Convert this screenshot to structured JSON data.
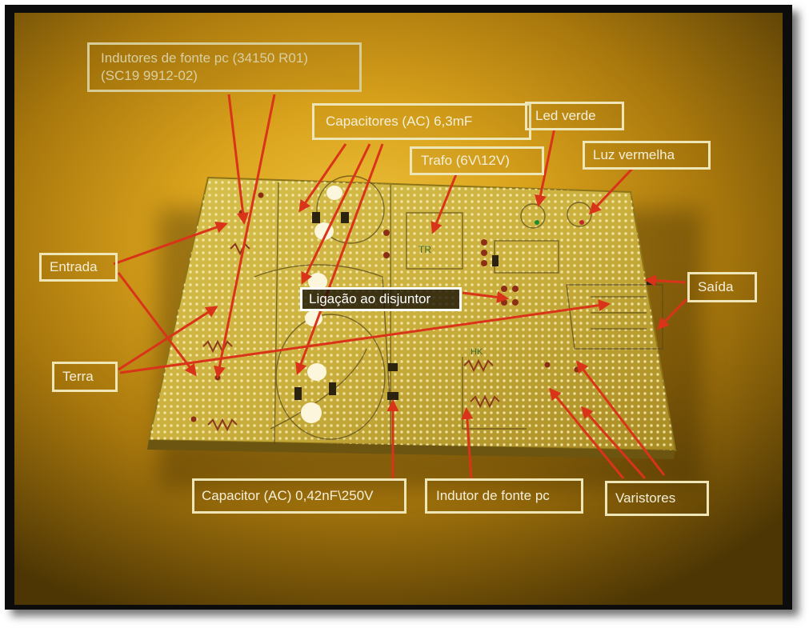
{
  "labels": {
    "indutores_line1": "Indutores de fonte pc (34150  R01)",
    "indutores_line2": "(SC19 9912-02)",
    "capacitores": "Capacitores (AC) 6,3mF",
    "led_verde": "Led verde",
    "trafo": "Trafo (6V\\12V)",
    "luz_vermelha": "Luz vermelha",
    "entrada": "Entrada",
    "saida": "Saída",
    "ligacao": "Ligação ao disjuntor",
    "terra": "Terra",
    "capacitor": "Capacitor (AC) 0,42nF\\250V",
    "indutor": "Indutor de fonte pc",
    "varistores": "Varistores"
  },
  "board_markings": {
    "transformer": "TR",
    "inductor": "HK"
  },
  "colors": {
    "arrow": "#d9341a",
    "label_border": "#efe6b8",
    "board": "#dcc24a",
    "background_center": "#f0c43e"
  }
}
